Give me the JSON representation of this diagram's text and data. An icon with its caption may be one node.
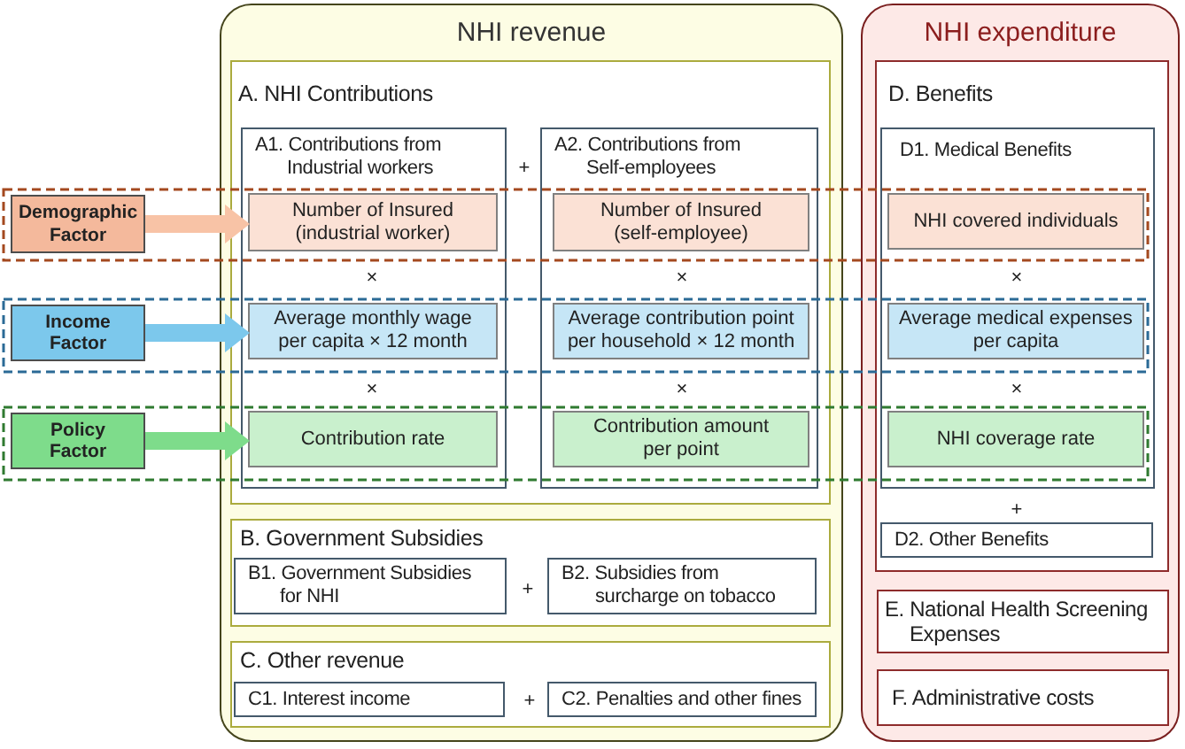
{
  "diagram": {
    "nodes": [
      {
        "text": [
          "Demographic Factor"
        ]
      },
      {
        "text": [
          "Income Factor"
        ]
      },
      {
        "text": [
          "Policy Factor"
        ]
      },
      {
        "text": [
          "NHI revenue"
        ]
      },
      {
        "text": [
          "A. NHI Contributions"
        ],
        "in": 3
      },
      {
        "text": [
          "A1. Contributions from Industrial workers"
        ],
        "in": 4
      },
      {
        "text": [
          "Number of Insured (industrial worker)"
        ],
        "in": 5
      },
      {
        "text": [
          "Average monthly wage per capita × 12 month"
        ],
        "in": 5
      },
      {
        "text": [
          "Contribution rate"
        ],
        "in": 5
      },
      {
        "text": [
          "A2. Contributions from Self-employees"
        ],
        "in": 4
      },
      {
        "text": [
          "Number of Insured (self-employee)"
        ],
        "in": 9
      },
      {
        "text": [
          "Average contribution point per household × 12 month"
        ],
        "in": 9
      },
      {
        "text": [
          "Contribution amount per point"
        ],
        "in": 9
      },
      {
        "text": [
          "B. Government Subsidies"
        ],
        "in": 3
      },
      {
        "text": [
          "B1. Government Subsidies for NHI"
        ],
        "in": 13
      },
      {
        "text": [
          "B2. Subsidies from surcharge on tobacco"
        ],
        "in": 13
      },
      {
        "text": [
          "C. Other revenue"
        ],
        "in": 3
      },
      {
        "text": [
          "C1. Interest income"
        ],
        "in": 16
      },
      {
        "text": [
          "C2. Penalties and other fines"
        ],
        "in": 16
      },
      {
        "text": [
          "NHI expenditure"
        ]
      },
      {
        "text": [
          "D. Benefits"
        ],
        "in": 19
      },
      {
        "text": [
          "D1. Medical Benefits"
        ],
        "in": 20
      },
      {
        "text": [
          "NHI covered individuals"
        ],
        "in": 21
      },
      {
        "text": [
          "Average medical expenses per capita"
        ],
        "in": 21
      },
      {
        "text": [
          "NHI coverage rate"
        ],
        "in": 21
      },
      {
        "text": [
          "D2. Other Benefits"
        ],
        "in": 20
      },
      {
        "text": [
          "E. National Health Screening Expenses"
        ],
        "in": 19
      },
      {
        "text": [
          "F. Administrative costs"
        ],
        "in": 19
      }
    ],
    "edges": [
      {
        "from": 0,
        "to": 6,
        "arrow": "to",
        "color": "#f8c3a6"
      },
      {
        "from": 1,
        "to": 7,
        "arrow": "to",
        "color": "#7cc8ec"
      },
      {
        "from": 2,
        "to": 8,
        "arrow": "to",
        "color": "#7edc8b"
      }
    ],
    "labels": [
      "+",
      "×",
      "×",
      "×",
      "×",
      "×",
      "×",
      "+",
      "+",
      "+"
    ]
  }
}
